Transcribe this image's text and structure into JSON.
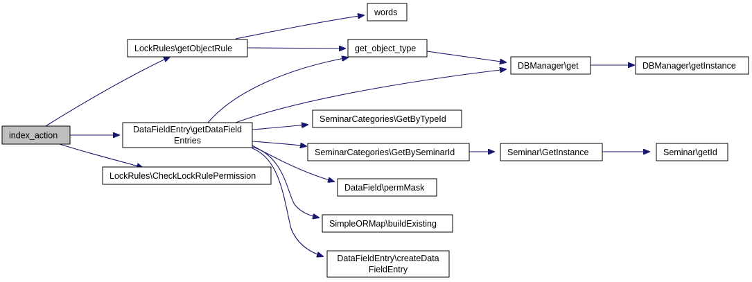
{
  "colors": {
    "edge": "#191970",
    "root_fill": "#bfbfbf",
    "node_fill": "#ffffff",
    "node_border": "#000000"
  },
  "nodes": {
    "index_action": "index_action",
    "lock_get_object_rule": "LockRules\\getObjectRule",
    "words": "words",
    "get_object_type": "get_object_type",
    "dbmanager_get": "DBManager\\get",
    "dbmanager_get_instance": "DBManager\\getInstance",
    "dfe_get_entries_line1": "DataFieldEntry\\getDataField",
    "dfe_get_entries_line2": "Entries",
    "seminar_categories_by_type": "SeminarCategories\\GetByTypeId",
    "seminar_categories_by_seminar": "SeminarCategories\\GetBySeminarId",
    "seminar_get_instance": "Seminar\\GetInstance",
    "seminar_get_id": "Seminar\\getId",
    "lock_check_permission": "LockRules\\CheckLockRulePermission",
    "datafield_perm_mask": "DataField\\permMask",
    "simpleormap_build_existing": "SimpleORMap\\buildExisting",
    "dfe_create_line1": "DataFieldEntry\\createData",
    "dfe_create_line2": "FieldEntry"
  }
}
